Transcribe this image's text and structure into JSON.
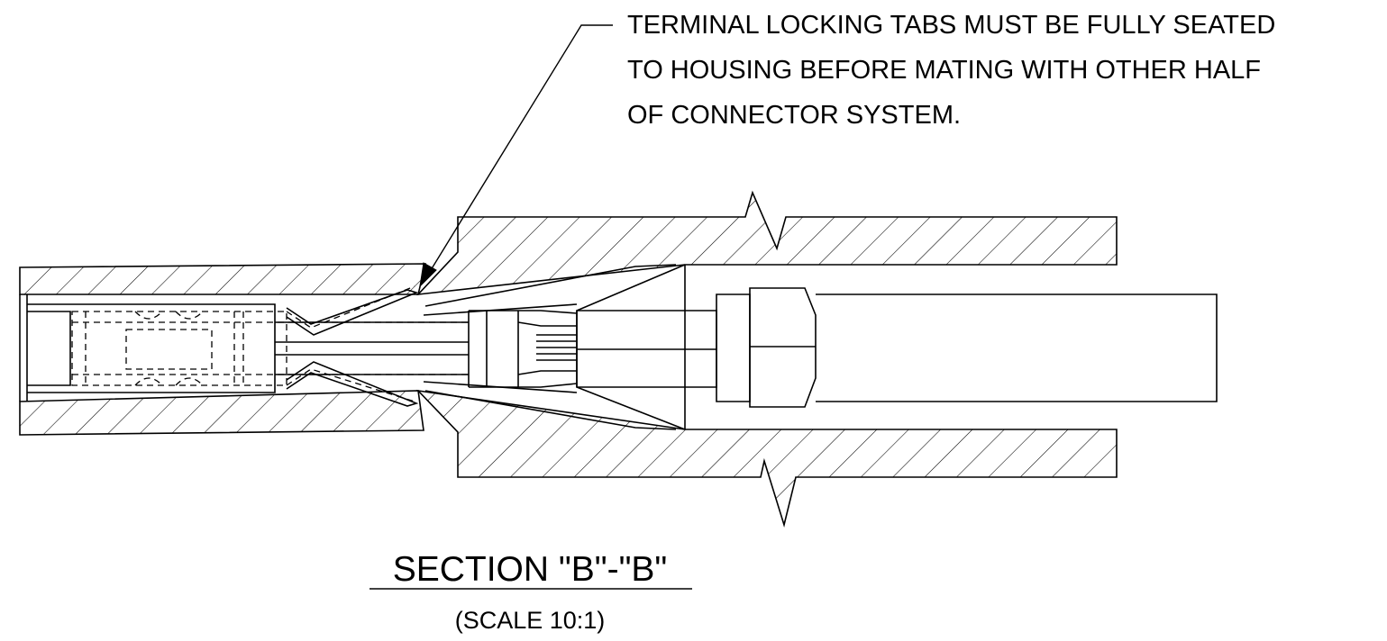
{
  "note": {
    "lines": [
      "TERMINAL LOCKING TABS MUST BE FULLY SEATED",
      "TO HOUSING BEFORE MATING WITH OTHER HALF",
      "OF CONNECTOR SYSTEM."
    ]
  },
  "section": {
    "title": "SECTION \"B\"-\"B\"",
    "scale": "(SCALE 10:1)"
  }
}
